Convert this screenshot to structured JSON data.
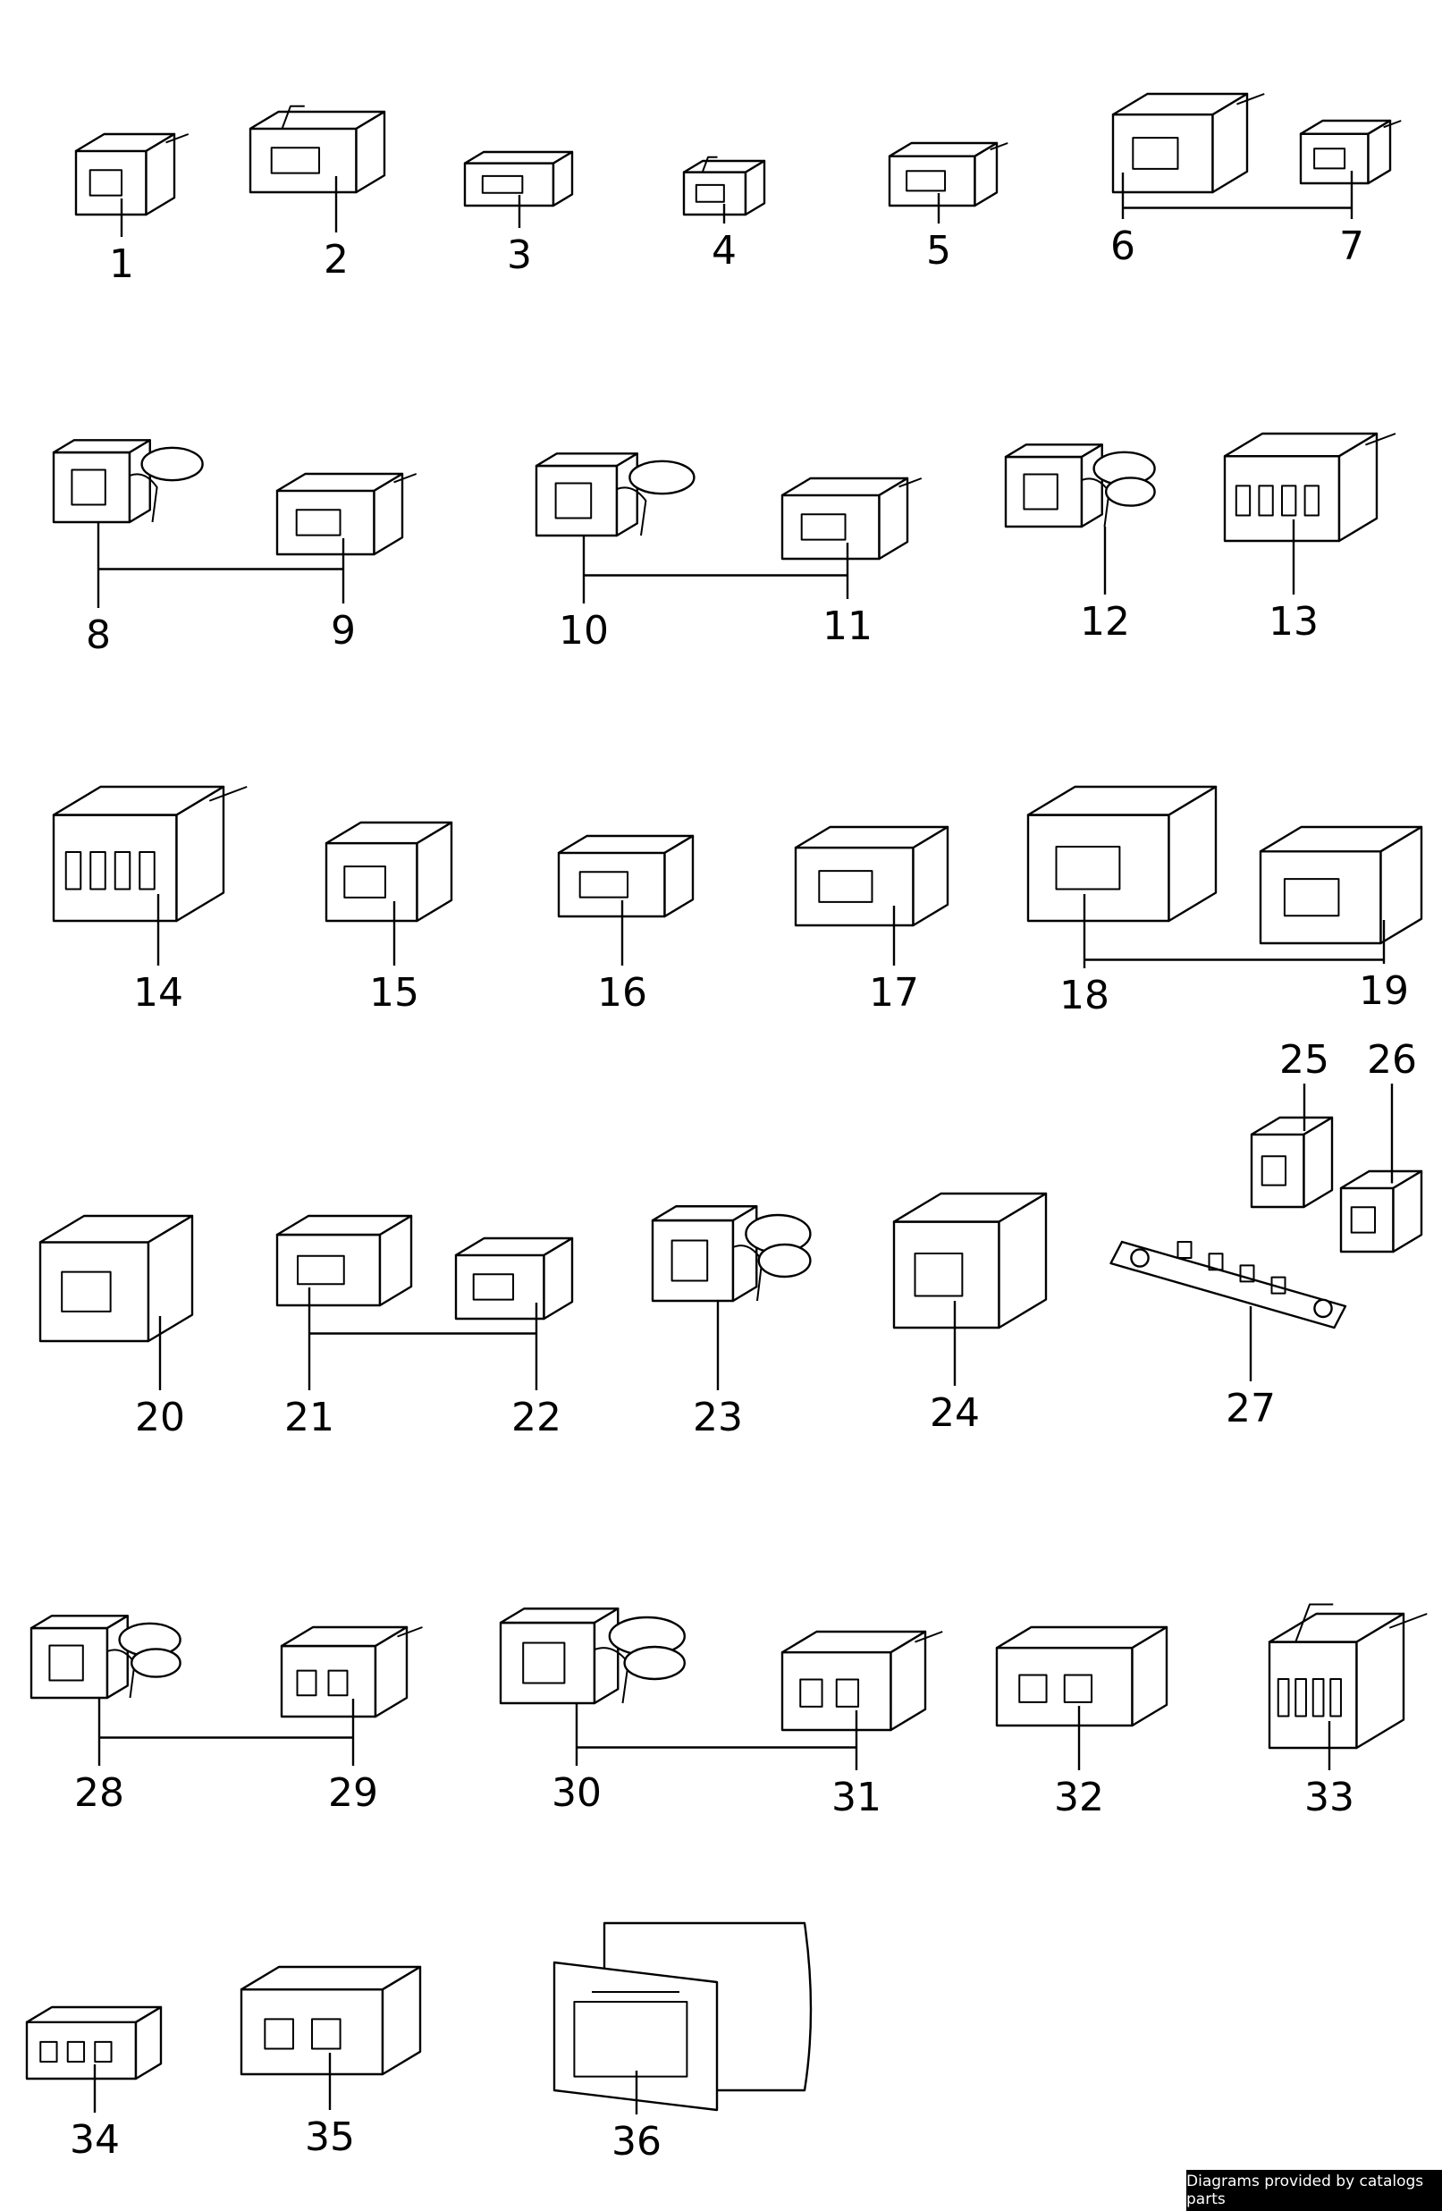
{
  "parts": [
    {
      "label": "1",
      "shape": "plug-with-pins"
    },
    {
      "label": "2",
      "shape": "housing-latch"
    },
    {
      "label": "3",
      "shape": "flat-terminal-housing"
    },
    {
      "label": "4",
      "shape": "small-clip"
    },
    {
      "label": "5",
      "shape": "single-pin-housing"
    },
    {
      "label": "6",
      "shape": "sleeve-housing"
    },
    {
      "label": "7",
      "shape": "small-sleeve-housing"
    },
    {
      "label": "8",
      "shape": "round-connector-with-latch"
    },
    {
      "label": "9",
      "shape": "square-pin-housing"
    },
    {
      "label": "10",
      "shape": "round-connector-with-latch"
    },
    {
      "label": "11",
      "shape": "square-pin-housing"
    },
    {
      "label": "12",
      "shape": "twin-round-connector"
    },
    {
      "label": "13",
      "shape": "flat-multi-pin-housing"
    },
    {
      "label": "14",
      "shape": "complex-multi-pin-housing"
    },
    {
      "label": "15",
      "shape": "angled-housing"
    },
    {
      "label": "16",
      "shape": "flat-housing"
    },
    {
      "label": "17",
      "shape": "open-frame-housing"
    },
    {
      "label": "18",
      "shape": "large-box-housing"
    },
    {
      "label": "19",
      "shape": "box-housing"
    },
    {
      "label": "20",
      "shape": "tube-housing"
    },
    {
      "label": "21",
      "shape": "slim-housing"
    },
    {
      "label": "22",
      "shape": "slim-housing-cap"
    },
    {
      "label": "23",
      "shape": "dual-round-connector"
    },
    {
      "label": "24",
      "shape": "bracket-housing"
    },
    {
      "label": "25",
      "shape": "micro-housing"
    },
    {
      "label": "26",
      "shape": "micro-housing"
    },
    {
      "label": "27",
      "shape": "terminal-strip"
    },
    {
      "label": "28",
      "shape": "dual-round-connector-with-latch"
    },
    {
      "label": "29",
      "shape": "twin-pin-housing"
    },
    {
      "label": "30",
      "shape": "dual-round-connector-with-latch"
    },
    {
      "label": "31",
      "shape": "twin-pin-housing"
    },
    {
      "label": "32",
      "shape": "twin-cavity-housing"
    },
    {
      "label": "33",
      "shape": "multi-pin-clip-housing"
    },
    {
      "label": "34",
      "shape": "flat-triple-housing"
    },
    {
      "label": "35",
      "shape": "twin-cavity-housing"
    },
    {
      "label": "36",
      "shape": "large-sealed-housing"
    }
  ],
  "pairings": [
    [
      "6",
      "7"
    ],
    [
      "8",
      "9"
    ],
    [
      "10",
      "11"
    ],
    [
      "18",
      "19"
    ],
    [
      "21",
      "22"
    ],
    [
      "28",
      "29"
    ],
    [
      "30",
      "31"
    ]
  ],
  "credit": "Diagrams provided by catalogs parts"
}
